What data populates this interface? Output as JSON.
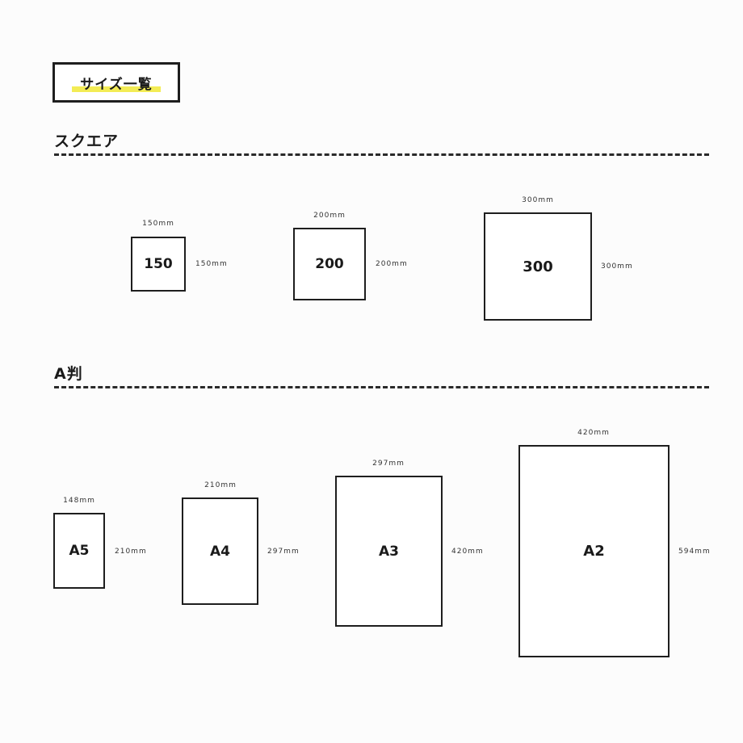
{
  "title": "サイズ一覧",
  "sections": {
    "square": {
      "heading": "スクエア",
      "items": [
        {
          "label": "150",
          "width": "150mm",
          "height": "150mm"
        },
        {
          "label": "200",
          "width": "200mm",
          "height": "200mm"
        },
        {
          "label": "300",
          "width": "300mm",
          "height": "300mm"
        }
      ]
    },
    "a_series": {
      "heading": "A判",
      "items": [
        {
          "label": "A5",
          "width": "148mm",
          "height": "210mm"
        },
        {
          "label": "A4",
          "width": "210mm",
          "height": "297mm"
        },
        {
          "label": "A3",
          "width": "297mm",
          "height": "420mm"
        },
        {
          "label": "A2",
          "width": "420mm",
          "height": "594mm"
        }
      ]
    }
  }
}
